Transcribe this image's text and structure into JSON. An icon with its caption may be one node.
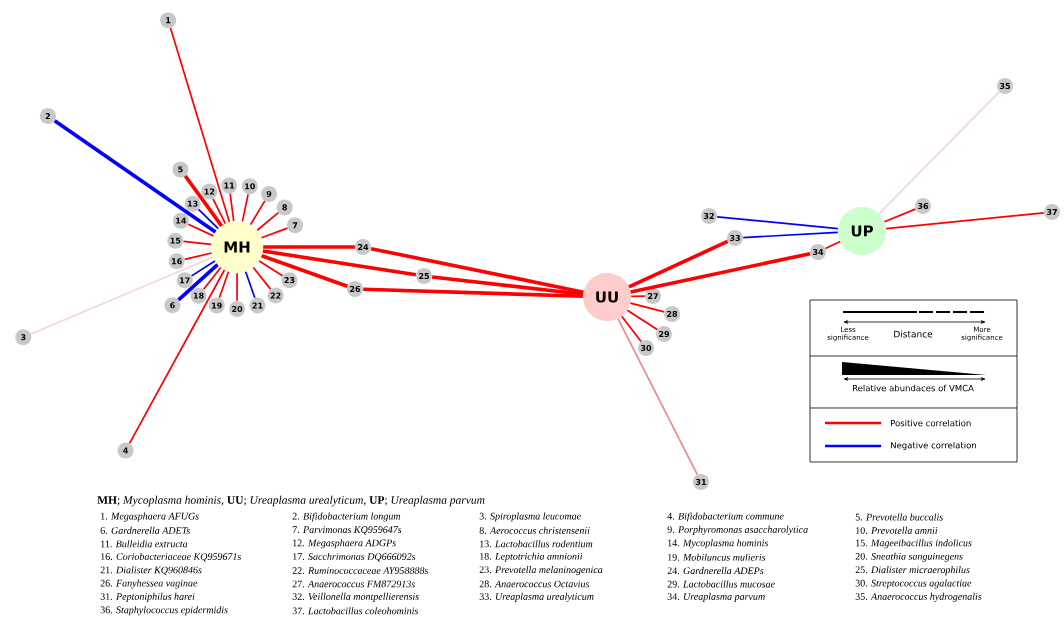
{
  "diagram": {
    "caption": "**MH**; *Mycoplasma hominis*, **UU**; *Ureaplasma urealyticum*, **UP**; *Ureaplasma parvum*",
    "nodes": [
      {
        "text": [
          "MH"
        ]
      },
      {
        "text": [
          "UU"
        ]
      },
      {
        "text": [
          "UP"
        ]
      },
      {
        "text": [
          "1"
        ]
      },
      {
        "text": [
          "2"
        ]
      },
      {
        "text": [
          "3"
        ]
      },
      {
        "text": [
          "4"
        ]
      },
      {
        "text": [
          "5"
        ]
      },
      {
        "text": [
          "6"
        ]
      },
      {
        "text": [
          "7"
        ]
      },
      {
        "text": [
          "8"
        ]
      },
      {
        "text": [
          "9"
        ]
      },
      {
        "text": [
          "10"
        ]
      },
      {
        "text": [
          "11"
        ]
      },
      {
        "text": [
          "12"
        ]
      },
      {
        "text": [
          "13"
        ]
      },
      {
        "text": [
          "14"
        ]
      },
      {
        "text": [
          "15"
        ]
      },
      {
        "text": [
          "16"
        ]
      },
      {
        "text": [
          "17"
        ]
      },
      {
        "text": [
          "18"
        ]
      },
      {
        "text": [
          "19"
        ]
      },
      {
        "text": [
          "20"
        ]
      },
      {
        "text": [
          "21"
        ]
      },
      {
        "text": [
          "22"
        ]
      },
      {
        "text": [
          "23"
        ]
      },
      {
        "text": [
          "24"
        ]
      },
      {
        "text": [
          "25"
        ]
      },
      {
        "text": [
          "26"
        ]
      },
      {
        "text": [
          "27"
        ]
      },
      {
        "text": [
          "28"
        ]
      },
      {
        "text": [
          "29"
        ]
      },
      {
        "text": [
          "30"
        ]
      },
      {
        "text": [
          "31"
        ]
      },
      {
        "text": [
          "32"
        ]
      },
      {
        "text": [
          "33"
        ]
      },
      {
        "text": [
          "34"
        ]
      },
      {
        "text": [
          "35"
        ]
      },
      {
        "text": [
          "36"
        ]
      },
      {
        "text": [
          "37"
        ]
      }
    ],
    "edges": [
      {
        "from": 0,
        "to": 3,
        "arrow": "none"
      },
      {
        "from": 0,
        "to": 4,
        "arrow": "none",
        "style": "thick",
        "color": "#0000ff"
      },
      {
        "from": 0,
        "to": 5,
        "arrow": "none",
        "color": "#f2d5dc"
      },
      {
        "from": 0,
        "to": 6,
        "arrow": "none"
      },
      {
        "from": 0,
        "to": 7,
        "arrow": "none",
        "style": "thick"
      },
      {
        "from": 0,
        "to": 8,
        "arrow": "none",
        "style": "thick",
        "color": "#0000ff"
      },
      {
        "from": 0,
        "to": 9,
        "arrow": "none"
      },
      {
        "from": 0,
        "to": 10,
        "arrow": "none"
      },
      {
        "from": 0,
        "to": 11,
        "arrow": "none"
      },
      {
        "from": 0,
        "to": 12,
        "arrow": "none"
      },
      {
        "from": 0,
        "to": 13,
        "arrow": "none"
      },
      {
        "from": 0,
        "to": 14,
        "arrow": "none"
      },
      {
        "from": 0,
        "to": 15,
        "arrow": "none",
        "color": "#0000ff"
      },
      {
        "from": 0,
        "to": 16,
        "arrow": "none"
      },
      {
        "from": 0,
        "to": 17,
        "arrow": "none"
      },
      {
        "from": 0,
        "to": 18,
        "arrow": "none"
      },
      {
        "from": 0,
        "to": 19,
        "arrow": "none",
        "color": "#0000ff"
      },
      {
        "from": 0,
        "to": 20,
        "arrow": "none"
      },
      {
        "from": 0,
        "to": 21,
        "arrow": "none"
      },
      {
        "from": 0,
        "to": 22,
        "arrow": "none"
      },
      {
        "from": 0,
        "to": 23,
        "arrow": "none",
        "color": "#0000ff"
      },
      {
        "from": 0,
        "to": 24,
        "arrow": "none"
      },
      {
        "from": 0,
        "to": 25,
        "arrow": "none"
      },
      {
        "from": 0,
        "to": 26,
        "arrow": "none",
        "style": "thick"
      },
      {
        "from": 26,
        "to": 1,
        "arrow": "none",
        "style": "thick"
      },
      {
        "from": 0,
        "to": 27,
        "arrow": "none",
        "style": "thick"
      },
      {
        "from": 27,
        "to": 1,
        "arrow": "none",
        "style": "thick"
      },
      {
        "from": 0,
        "to": 28,
        "arrow": "none",
        "style": "thick"
      },
      {
        "from": 28,
        "to": 1,
        "arrow": "none",
        "style": "thick"
      },
      {
        "from": 1,
        "to": 29,
        "arrow": "none"
      },
      {
        "from": 1,
        "to": 30,
        "arrow": "none"
      },
      {
        "from": 1,
        "to": 31,
        "arrow": "none"
      },
      {
        "from": 1,
        "to": 32,
        "arrow": "none"
      },
      {
        "from": 1,
        "to": 33,
        "arrow": "none",
        "color": "#f08a8a"
      },
      {
        "from": 1,
        "to": 35,
        "arrow": "none",
        "style": "thick"
      },
      {
        "from": 1,
        "to": 36,
        "arrow": "none",
        "style": "thick"
      },
      {
        "from": 2,
        "to": 34,
        "arrow": "none",
        "color": "#0000ff"
      },
      {
        "from": 2,
        "to": 35,
        "arrow": "none",
        "color": "#0000ff"
      },
      {
        "from": 2,
        "to": 36,
        "arrow": "none"
      },
      {
        "from": 2,
        "to": 37,
        "arrow": "none",
        "color": "#f2d5dc"
      },
      {
        "from": 2,
        "to": 38,
        "arrow": "none"
      },
      {
        "from": 2,
        "to": 39,
        "arrow": "none"
      }
    ],
    "labels": [
      "Less significance",
      "Distance",
      "More significance",
      "Relative abundaces of VMCA",
      "1. *Megasphaera AFUGs*",
      "2. *Bifidobacterium longum*",
      "3. *Spiroplasma leucomae*",
      "4. *Bifidobacterium commune*",
      "5. *Prevotella buccalis*",
      "6. *Gardnerella ADETs*",
      "7. *Parvimonas KQ959647s*",
      "8. *Aerococcus christensenii*",
      "9. *Porphyromonas asaccharolytica*",
      "10. *Prevotella amnii*",
      "11. *Bulleidia extructa*",
      "12. *Megasphaera ADGPs*",
      "13. *Lactobacillus rodentium*",
      "14. *Mycoplasma hominis*",
      "15. *Mageeibacillus indolicus*",
      "16. *Coriobacteriaceae KQ959671s*",
      "17. *Sacchrimonas DQ666092s*",
      "18. *Leptotrichia amnionii*",
      "19. *Mobiluncus mulieris*",
      "20. *Sneathia sanguinegens*",
      "21. *Dialister KQ960846s*",
      "22. *Ruminococcaceae AY958888s*",
      "23. *Prevotella melaninogenica*",
      "24. *Gardnerella ADEPs*",
      "25. *Dialister micraerophilus*",
      "26. *Fanyhessea vaginae*",
      "27. *Anaerococcus FM872913s*",
      "28. *Anaerococcus Octavius*",
      "29. *Lactobacillus mucosae*",
      "30. *Streptococcus agalactiae*",
      "31. *Peptoniphilus harei*",
      "32. *Veillonella montpellierensis*",
      "33. *Ureaplasma urealyticum*",
      "34. *Ureaplasma parvum*",
      "35. *Anaerococcus hydrogenalis*",
      "36. *Staphylococcus epidermidis*",
      "37. *Lactobacillus coleohominis*"
    ],
    "legend": [
      {
        "text": "Positive correlation",
        "color": "#ff0000"
      },
      {
        "text": "Negative correlation",
        "color": "#0000ff"
      }
    ]
  }
}
